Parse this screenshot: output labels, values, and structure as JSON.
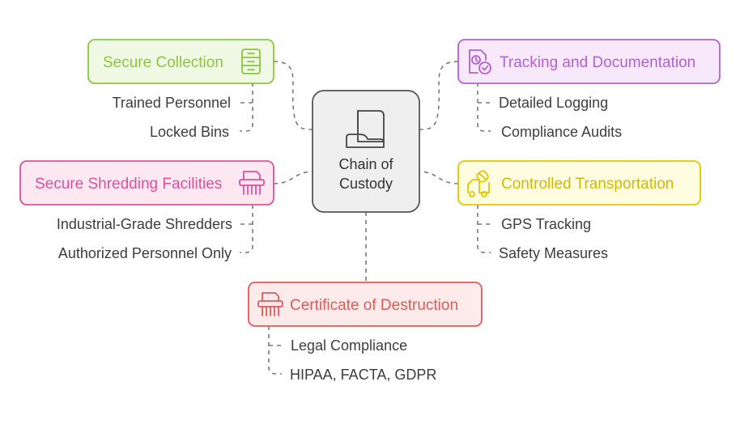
{
  "center": {
    "line1": "Chain of",
    "line2": "Custody"
  },
  "nodes": {
    "secure_collection": {
      "title": "Secure Collection",
      "items": [
        "Trained Personnel",
        "Locked Bins"
      ],
      "color": "#8cc63f",
      "fill": "#f0f9e4",
      "icon": "storage-cabinet-icon"
    },
    "tracking": {
      "title": "Tracking and Documentation",
      "items": [
        "Detailed Logging",
        "Compliance Audits"
      ],
      "color": "#b45fd6",
      "fill": "#f7e9fb",
      "icon": "document-check-icon"
    },
    "shredding": {
      "title": "Secure Shredding Facilities",
      "items": [
        "Industrial-Grade Shredders",
        "Authorized Personnel Only"
      ],
      "color": "#e0509a",
      "fill": "#fde8f1",
      "icon": "shredder-icon"
    },
    "transport": {
      "title": "Controlled Transportation",
      "items": [
        "GPS Tracking",
        "Safety Measures"
      ],
      "color": "#e2c600",
      "fill": "#fffde0",
      "icon": "truck-icon"
    },
    "certificate": {
      "title": "Certificate of Destruction",
      "items": [
        "Legal Compliance",
        "HIPAA, FACTA, GDPR"
      ],
      "color": "#e05a5a",
      "fill": "#fdeaea",
      "icon": "shredder-icon"
    }
  },
  "center_colors": {
    "stroke": "#555555",
    "fill": "#efefef"
  }
}
